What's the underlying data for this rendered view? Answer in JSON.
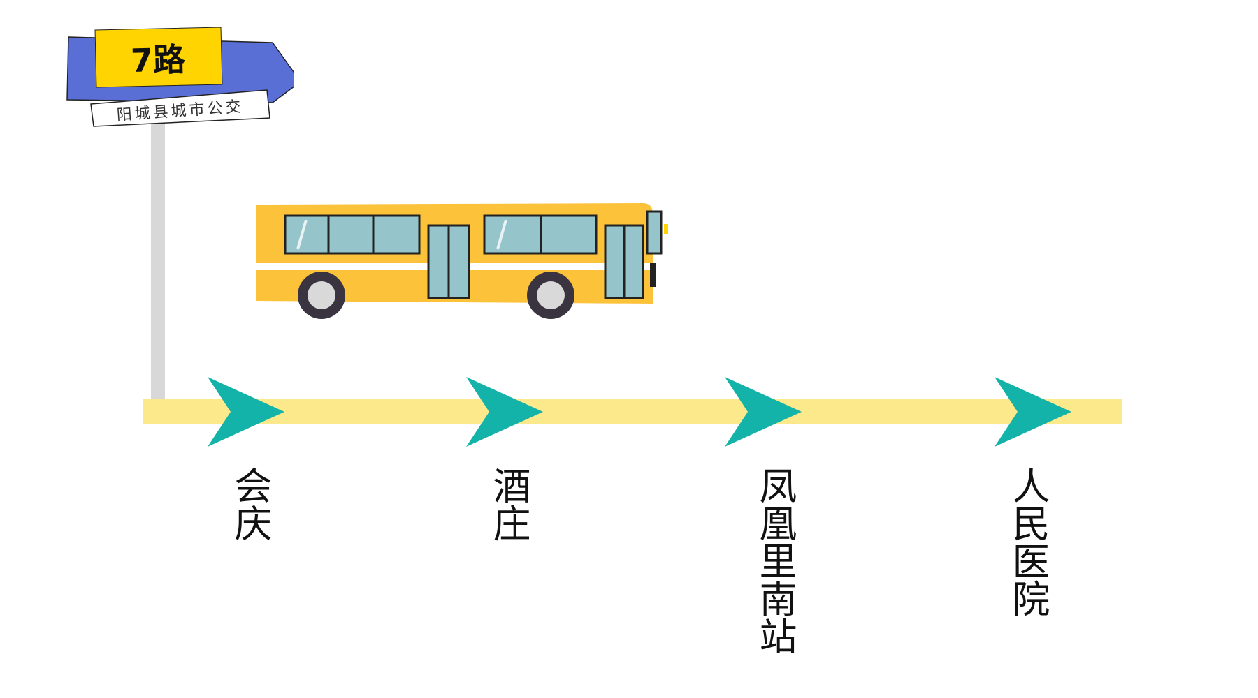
{
  "sign": {
    "route": "7路",
    "company": "阳城县城市公交"
  },
  "stops": [
    {
      "name": "会庆"
    },
    {
      "name": "酒庄"
    },
    {
      "name": "凤凰里南站"
    },
    {
      "name": "人民医院"
    }
  ],
  "colors": {
    "route_tag": "#ffd400",
    "sign_board": "#5a6fd6",
    "track": "#fbe98c",
    "arrow": "#14b3a9",
    "bus_body": "#fcc23a",
    "bus_window": "#95c4cb",
    "pole": "#d8d8d8"
  }
}
